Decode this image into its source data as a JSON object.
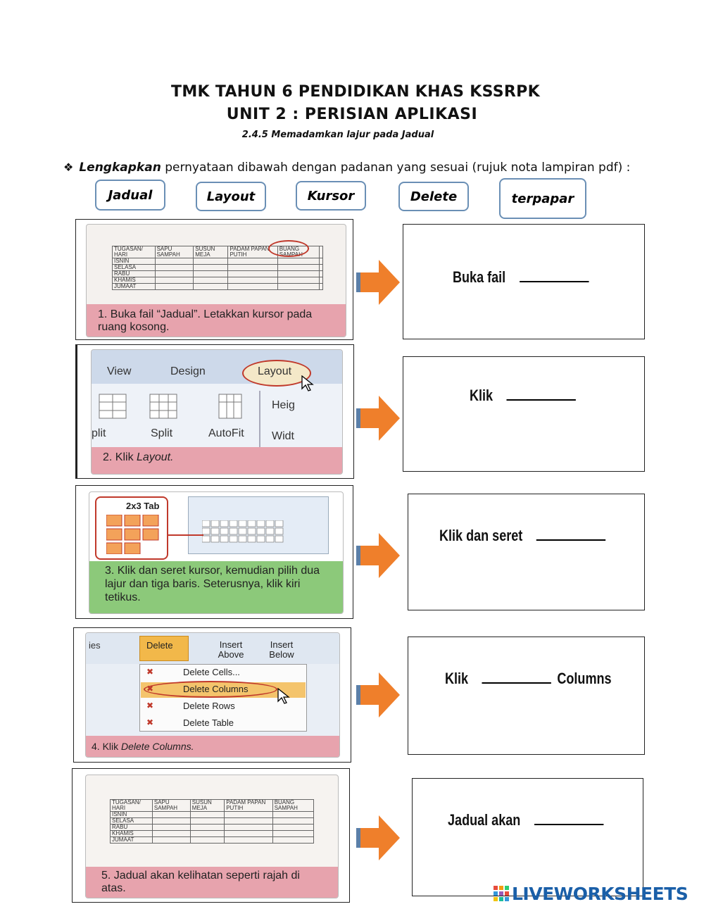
{
  "header": {
    "title1": "TMK TAHUN 6 PENDIDIKAN KHAS KSSRPK",
    "title2": "UNIT 2 : PERISIAN  APLIKASI",
    "subtitle": "2.4.5  Memadamkan lajur pada Jadual"
  },
  "instruction": {
    "bullet": "❖",
    "bold": "Lengkapkan",
    "rest": " pernyataan dibawah dengan padanan yang sesuai (rujuk nota lampiran pdf) :"
  },
  "word_bank": [
    "Jadual",
    "Layout",
    "Kursor",
    "Delete",
    "terpapar"
  ],
  "steps": [
    {
      "caption": "1. Buka fail “Jadual”. Letakkan kursor pada ruang kosong.",
      "table_header": [
        "TUGASAN/ HARI",
        "SAPU SAMPAH",
        "SUSUN MEJA",
        "PADAM PAPAN PUTIH",
        "BUANG SAMPAH",
        ""
      ],
      "table_rows": [
        "ISNIN",
        "SELASA",
        "RABU",
        "KHAMIS",
        "JUMAAT"
      ],
      "answer_prefix": "Buka fail",
      "answer_suffix": ""
    },
    {
      "caption_prefix": "2. Klik ",
      "caption_italic": "Layout.",
      "ribbon_tabs": [
        "View",
        "Design",
        "Layout"
      ],
      "ribbon_buttons": [
        "plit",
        "Split",
        "AutoFit",
        "Heig",
        "Widt"
      ],
      "answer_prefix": "Klik",
      "answer_suffix": ""
    },
    {
      "caption": "3. Klik dan seret kursor, kemudian pilih dua lajur dan tiga baris. Seterusnya, klik kiri tetikus.",
      "grid_label": "2x3 Tab",
      "answer_prefix": "Klik  dan seret",
      "answer_suffix": ""
    },
    {
      "caption_prefix": "4. Klik ",
      "caption_italic": "Delete Columns.",
      "menu_top": [
        "ies",
        "Delete",
        "Insert Above",
        "Insert Below"
      ],
      "menu_items": [
        "Delete Cells...",
        "Delete Columns",
        "Delete Rows",
        "Delete Table"
      ],
      "answer_prefix": "Klik",
      "answer_suffix": "Columns"
    },
    {
      "caption": "5. Jadual akan kelihatan seperti rajah di atas.",
      "table_header": [
        "TUGASAN/ HARI",
        "SAPU SAMPAH",
        "SUSUN MEJA",
        "PADAM PAPAN PUTIH",
        "BUANG SAMPAH"
      ],
      "table_rows": [
        "ISNIN",
        "SELASA",
        "RABU",
        "KHAMIS",
        "JUMAAT"
      ],
      "answer_prefix": "Jadual akan",
      "answer_suffix": ""
    }
  ],
  "logo": {
    "text": "LIVEWORKSHEETS"
  },
  "colors": {
    "arrow": "#ef7f2b",
    "arrow_tail": "#5b7fa8",
    "red_band": "#e7a3ad",
    "green_band": "#8cc97a",
    "word_border": "#6a8fb5",
    "logo_blue": "#1a5fa8"
  }
}
